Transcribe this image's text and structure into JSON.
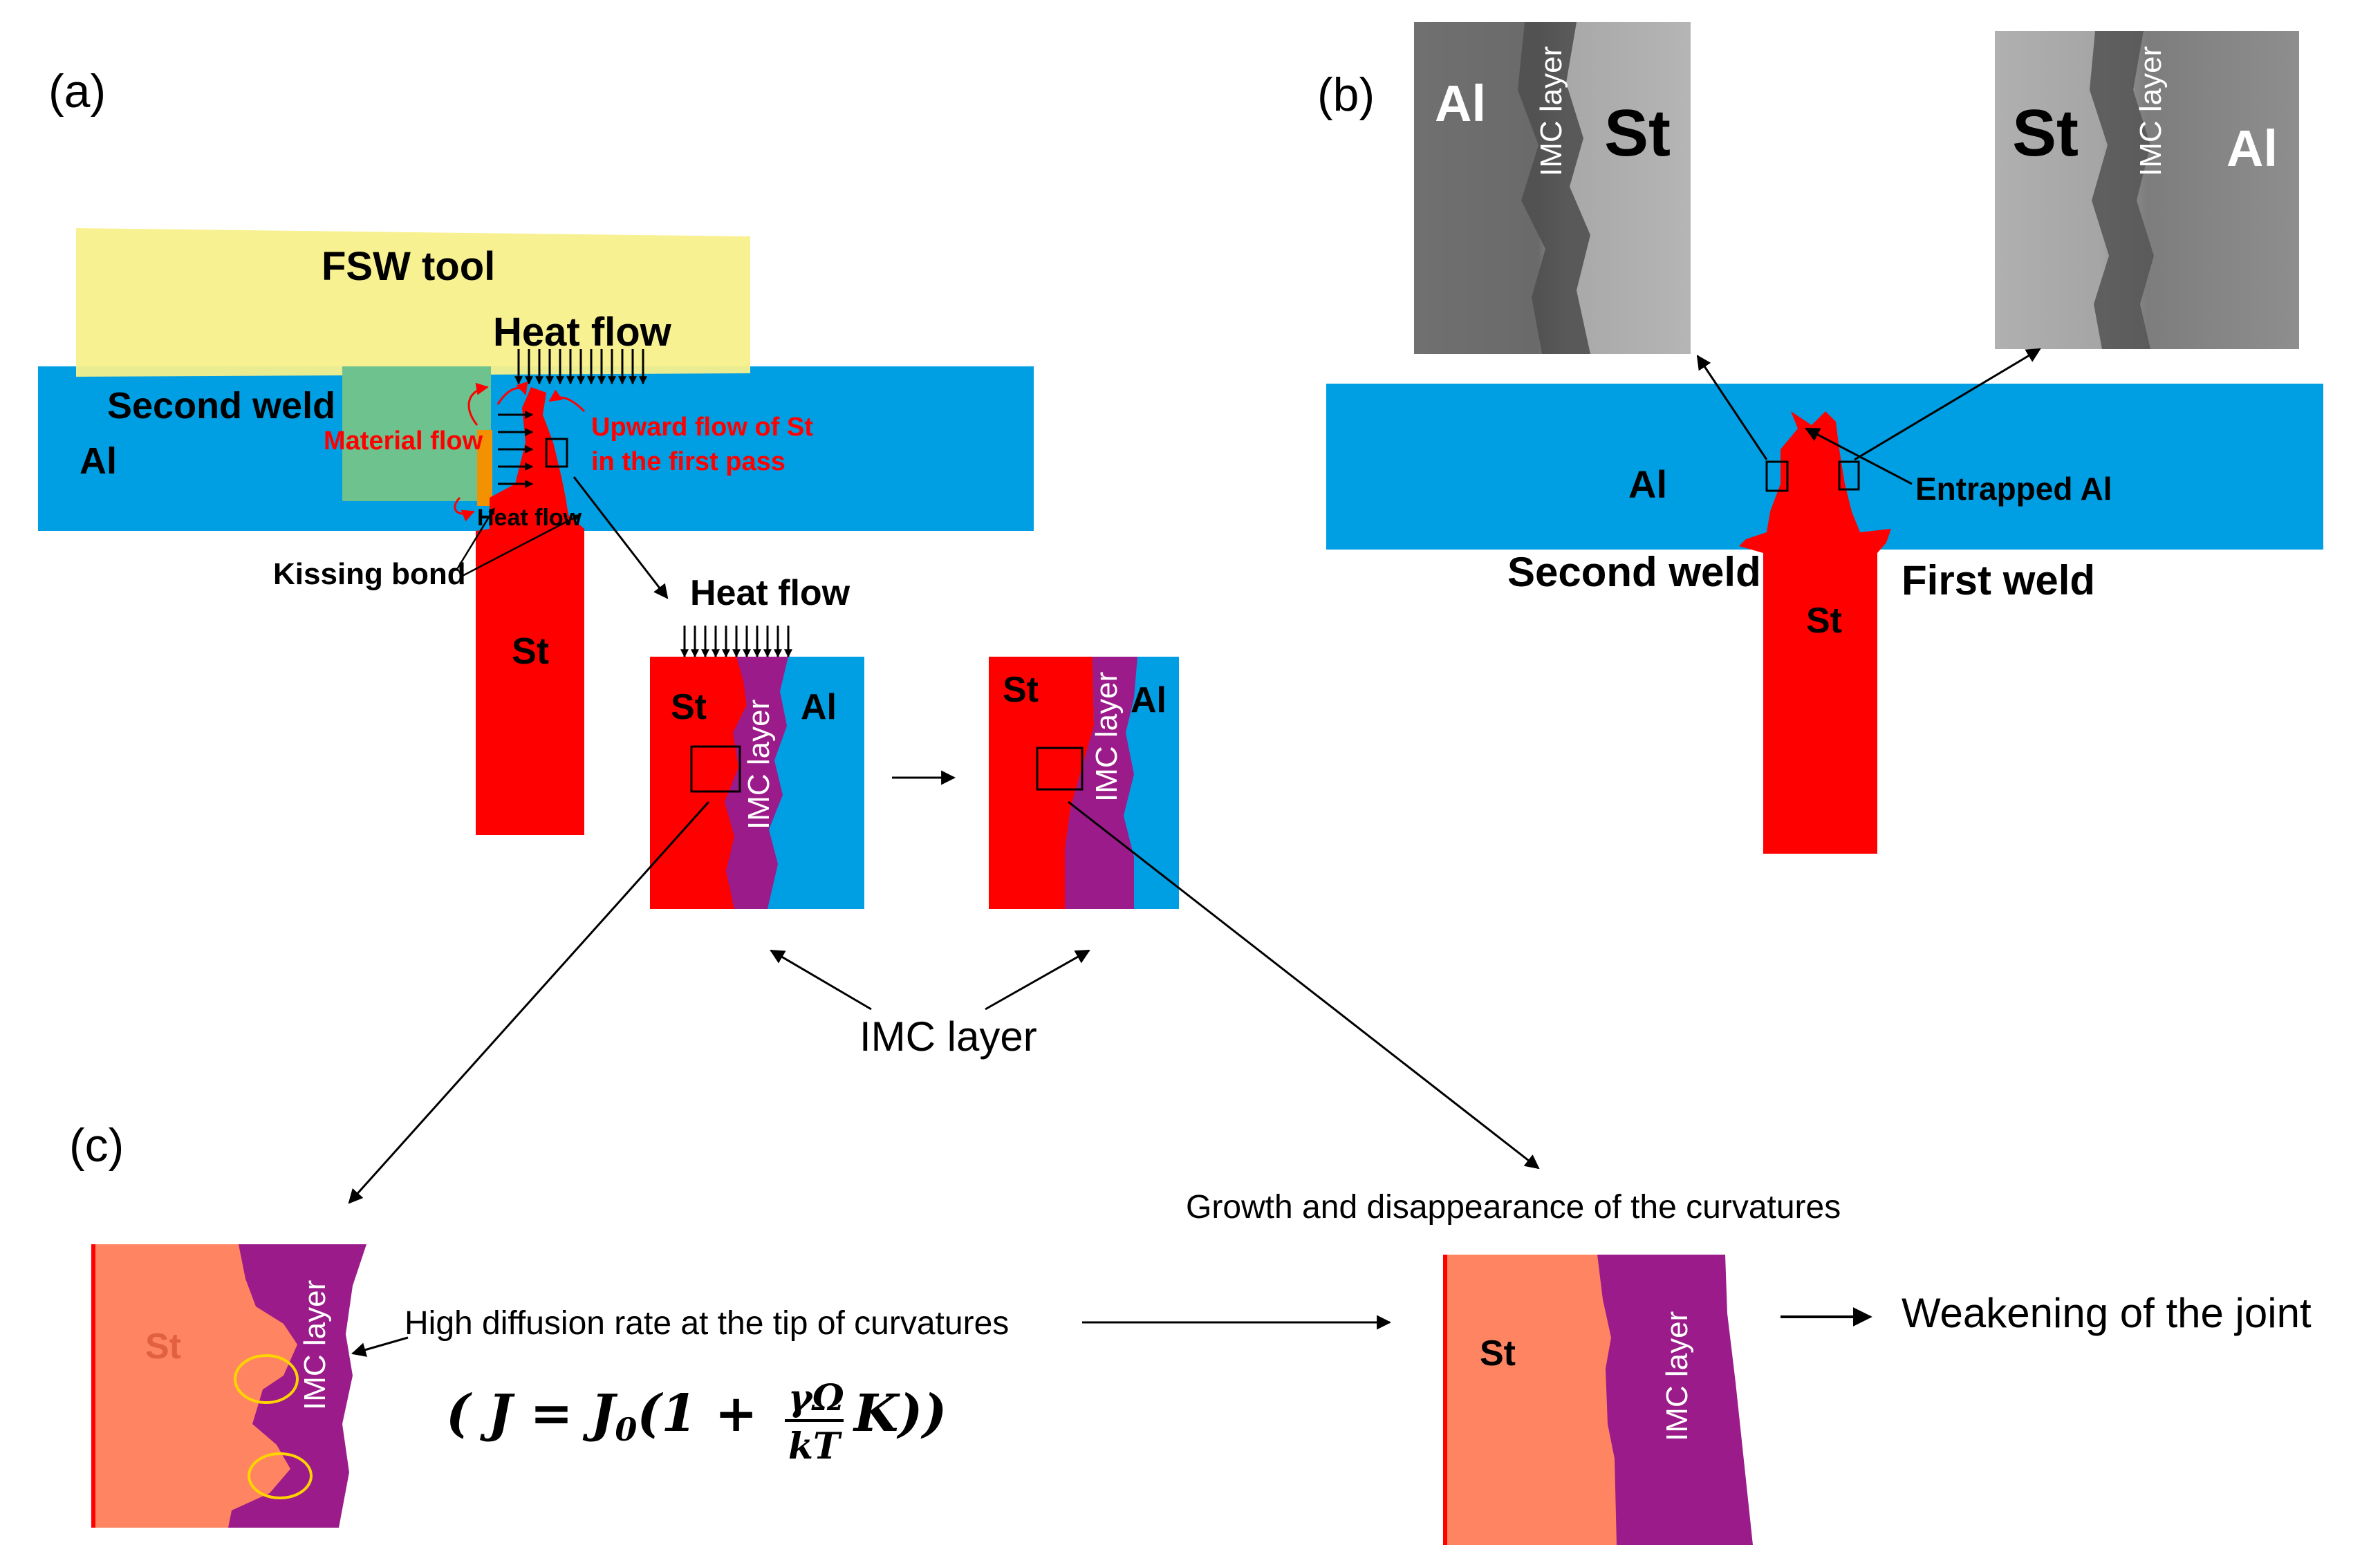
{
  "panels": {
    "a": {
      "label": "(a)",
      "fsw_tool": "FSW tool",
      "heat_flow_top": "Heat flow",
      "second_weld": "Second weld",
      "al": "Al",
      "material_flow": "Material flow",
      "upward_flow_line1": "Upward flow of St",
      "upward_flow_line2": "in the first pass",
      "heat_flow_small": "Heat flow",
      "kissing_bond": "Kissing bond",
      "st": "St",
      "zoom_heat_flow": "Heat flow",
      "zoom1_st": "St",
      "zoom1_imc": "IMC layer",
      "zoom1_al": "Al",
      "zoom2_st": "St",
      "zoom2_imc": "IMC layer",
      "zoom2_al": "Al",
      "imc_caption": "IMC layer"
    },
    "b": {
      "label": "(b)",
      "micro_left_al": "Al",
      "micro_left_imc": "IMC layer",
      "micro_left_st": "St",
      "micro_right_st": "St",
      "micro_right_imc": "IMC layer",
      "micro_right_al": "Al",
      "al": "Al",
      "entrapped_al": "Entrapped Al",
      "second_weld": "Second weld",
      "first_weld": "First weld",
      "st": "St"
    },
    "c": {
      "label": "(c)",
      "left_st": "St",
      "left_imc": "IMC layer",
      "diffusion_text": "High diffusion rate at the tip of curvatures",
      "formula_prefix": "( J = J",
      "formula_sub": "0",
      "formula_mid": "(1 + ",
      "formula_num": "γΩ",
      "formula_den": "kT",
      "formula_suffix": "K))",
      "growth_text": "Growth and disappearance of the curvatures",
      "right_st": "St",
      "right_imc": "IMC layer",
      "weakening_text": "Weakening of the joint"
    }
  },
  "colors": {
    "al_blue": "#009fe3",
    "st_red": "#ff0000",
    "imc_purple": "#9b1b8a",
    "tool_yellow": "#f7f08c",
    "stir_green": "#6ec28e",
    "orange": "#f39200",
    "st_salmon": "#ff8562",
    "circle_yellow": "#ffd400",
    "micro_gray": "#8a8a8a"
  }
}
